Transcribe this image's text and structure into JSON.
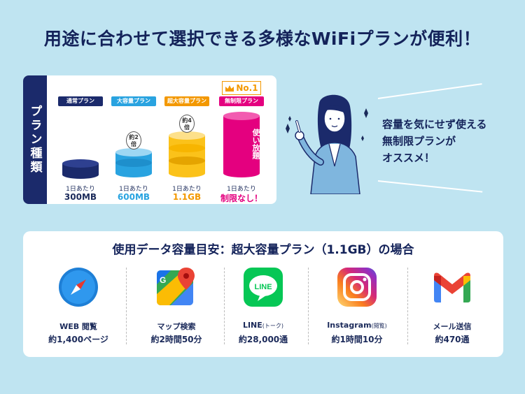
{
  "headline": "用途に合わせて選択できる多様なWiFiプランが便利！",
  "plan_section": {
    "side_label": "プラン種類",
    "ranking_badge": "No.1",
    "plans": [
      {
        "tag": "通常プラン",
        "tag_color": "#1b2a6b",
        "per_day": "1日あたり",
        "amount": "300MB",
        "amount_color": "#1b2a5a",
        "multiplier": ""
      },
      {
        "tag": "大容量プラン",
        "tag_color": "#29a3e0",
        "per_day": "1日あたり",
        "amount": "600MB",
        "amount_color": "#29a3e0",
        "multiplier": "約2倍"
      },
      {
        "tag": "超大容量プラン",
        "tag_color": "#f39800",
        "per_day": "1日あたり",
        "amount": "1.1GB",
        "amount_color": "#f39800",
        "multiplier": "約4倍"
      },
      {
        "tag": "無制限プラン",
        "tag_color": "#e4007f",
        "per_day": "1日あたり",
        "amount": "制限なし！",
        "amount_color": "#e4007f",
        "multiplier": "",
        "cylinder_text": "使い放題"
      }
    ]
  },
  "recommend": {
    "line1": "容量を気にせず使える",
    "line2": "無制限プランが",
    "line3": "オススメ！"
  },
  "usage_section": {
    "title": "使用データ容量目安：超大容量プラン（1.1GB）の場合",
    "items": [
      {
        "name": "WEB 閲覧",
        "note": "",
        "value": "約1,400ページ",
        "icon": "safari-compass-icon"
      },
      {
        "name": "マップ検索",
        "note": "",
        "value": "約2時間50分",
        "icon": "google-maps-icon"
      },
      {
        "name": "LINE",
        "note": "(トーク)",
        "value": "約28,000通",
        "icon": "line-app-icon"
      },
      {
        "name": "Instagram",
        "note": "(閲覧)",
        "value": "約1時間10分",
        "icon": "instagram-icon"
      },
      {
        "name": "メール送信",
        "note": "",
        "value": "約470通",
        "icon": "gmail-icon"
      }
    ]
  },
  "colors": {
    "background": "#bfe4f1",
    "navy": "#1b2a6b",
    "blue": "#29a3e0",
    "orange": "#f39800",
    "magenta": "#e4007f"
  }
}
